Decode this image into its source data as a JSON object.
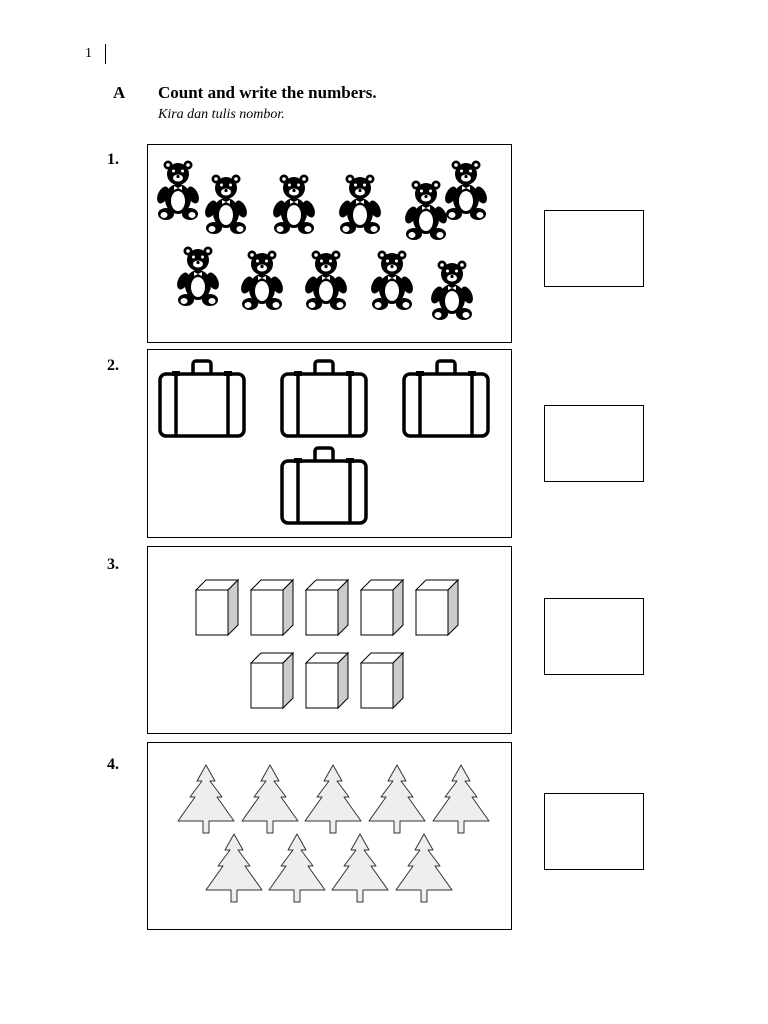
{
  "page": {
    "number": "1"
  },
  "section": {
    "letter": "A",
    "instruction": "Count and write the numbers.",
    "instruction_translation": "Kira dan tulis nombor."
  },
  "questions": [
    {
      "number": "1.",
      "object_icon": "teddy-bear-icon",
      "count": 11
    },
    {
      "number": "2.",
      "object_icon": "suitcase-icon",
      "count": 4
    },
    {
      "number": "3.",
      "object_icon": "cuboid-block-icon",
      "count": 8
    },
    {
      "number": "4.",
      "object_icon": "pine-tree-icon",
      "count": 9
    }
  ],
  "colors": {
    "ink": "#000000",
    "block_side": "#cccccc",
    "tree_fill": "#eeeeee",
    "tree_stroke": "#333333"
  }
}
